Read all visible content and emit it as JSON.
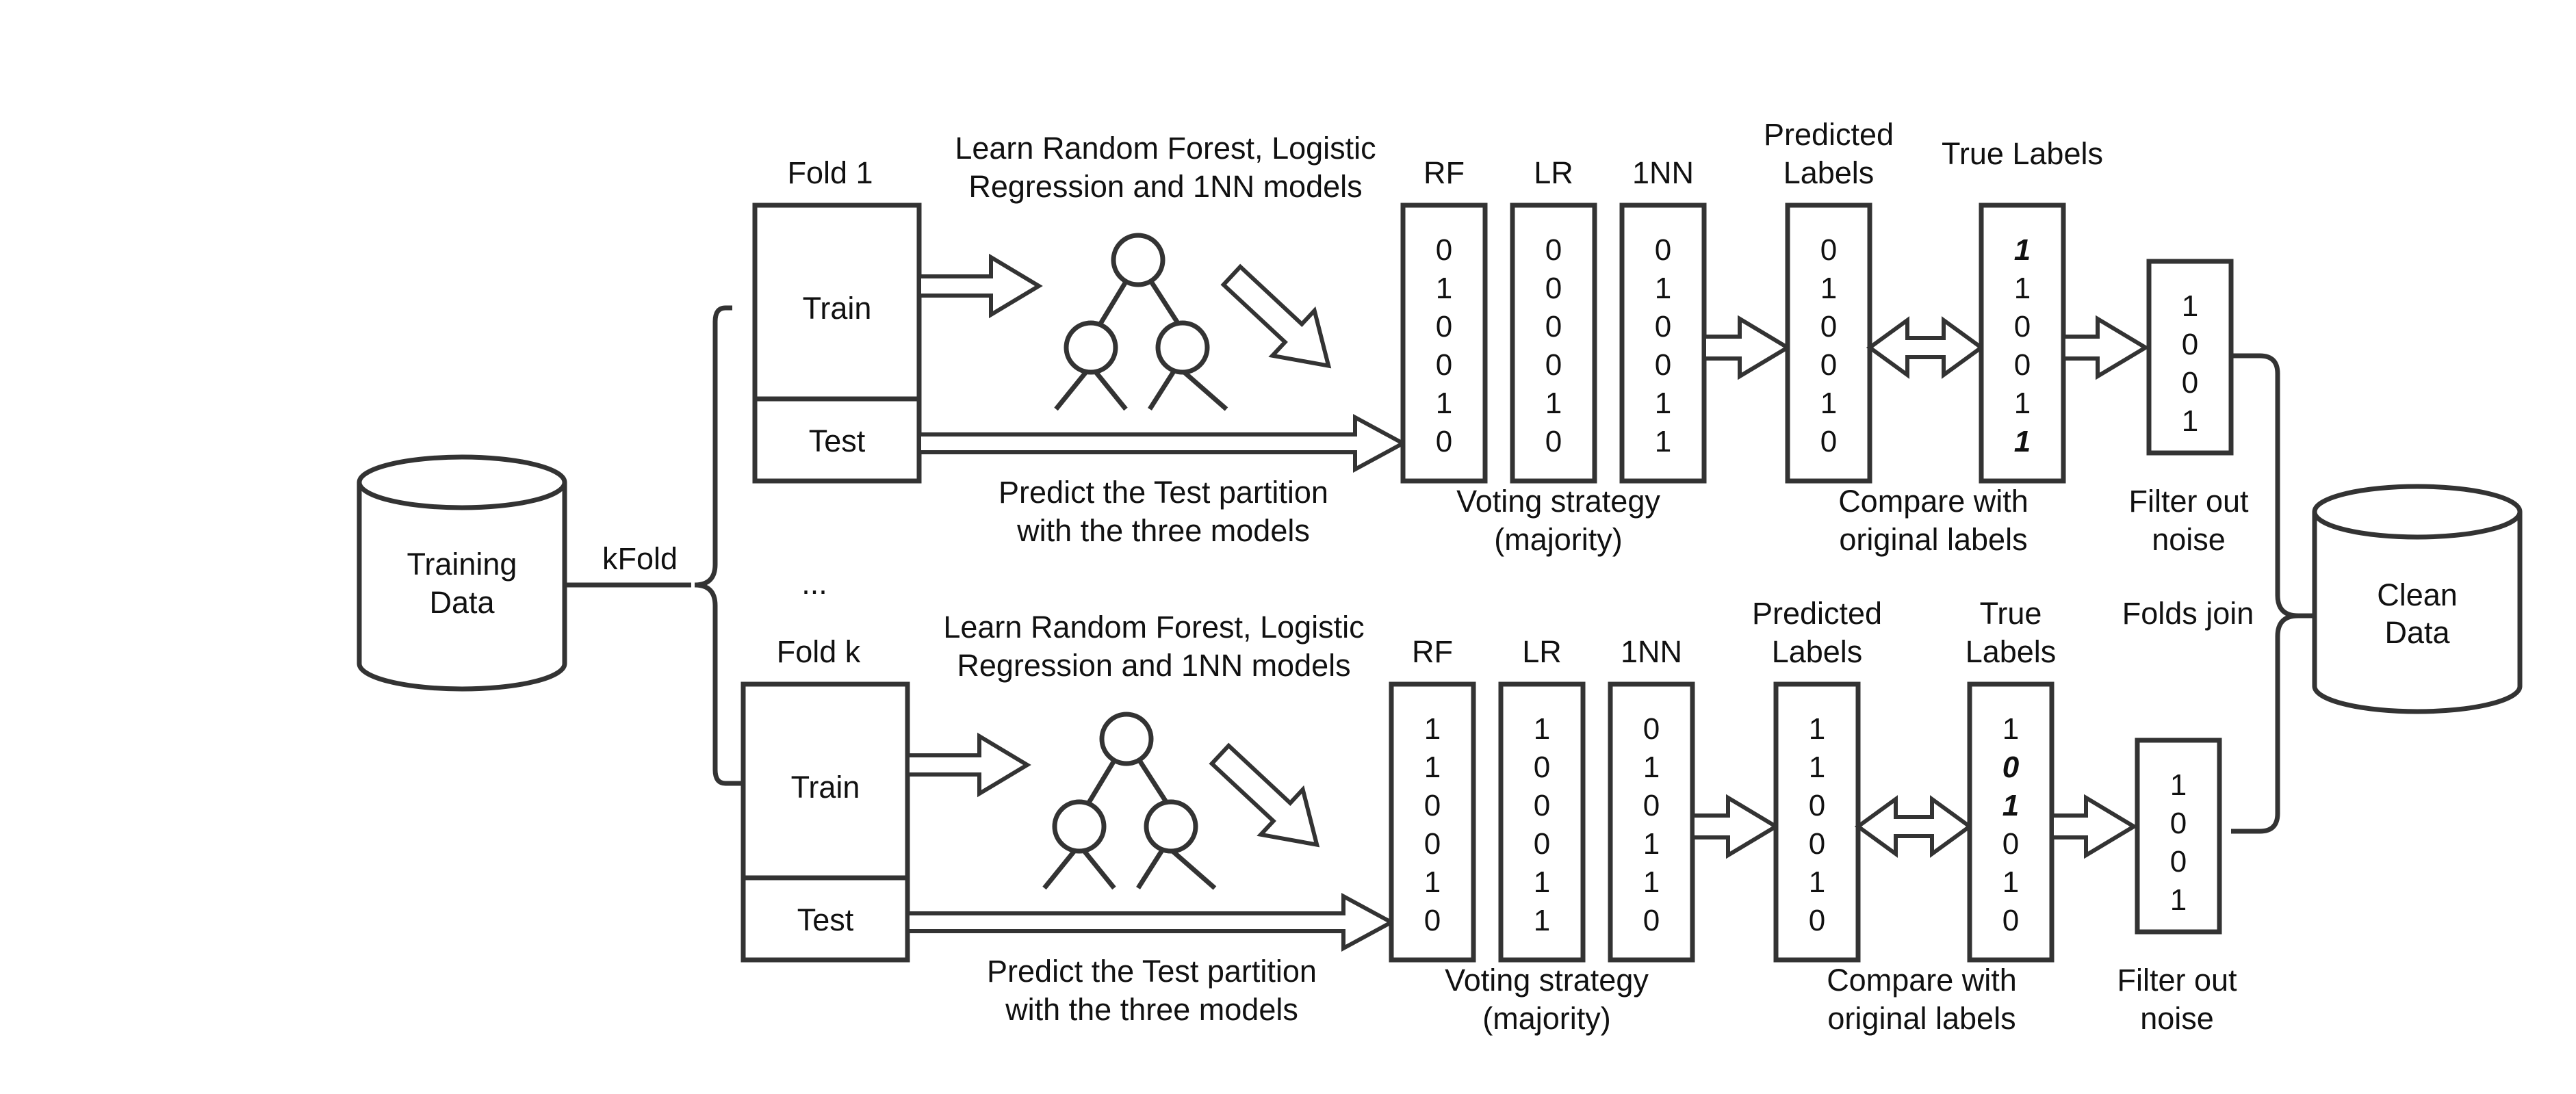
{
  "training_data": {
    "line1": "Training",
    "line2": "Data"
  },
  "kfold_label": "kFold",
  "ellipsis": "...",
  "clean_data": {
    "line1": "Clean",
    "line2": "Data"
  },
  "folds_join_label": "Folds join",
  "folds": [
    {
      "title": "Fold 1",
      "train_label": "Train",
      "test_label": "Test",
      "learn_text": [
        "Learn Random Forest, Logistic",
        "Regression and 1NN models"
      ],
      "predict_text": [
        "Predict the Test partition",
        "with the three models"
      ],
      "model_headers": [
        "RF",
        "LR",
        "1NN"
      ],
      "model_values": [
        [
          "0",
          "1",
          "0",
          "0",
          "1",
          "0"
        ],
        [
          "0",
          "0",
          "0",
          "0",
          "1",
          "0"
        ],
        [
          "0",
          "1",
          "0",
          "0",
          "1",
          "1"
        ]
      ],
      "voting_text": [
        "Voting strategy",
        "(majority)"
      ],
      "predicted_header": [
        "Predicted",
        "Labels"
      ],
      "predicted_values": [
        "0",
        "1",
        "0",
        "0",
        "1",
        "0"
      ],
      "true_header": [
        "True Labels"
      ],
      "true_values": [
        "1",
        "1",
        "0",
        "0",
        "1",
        "1"
      ],
      "true_highlight": [
        true,
        false,
        false,
        false,
        false,
        true
      ],
      "compare_text": [
        "Compare with",
        "original labels"
      ],
      "filtered_values": [
        "1",
        "0",
        "0",
        "1"
      ],
      "filter_text": [
        "Filter out",
        "noise"
      ]
    },
    {
      "title": "Fold k",
      "train_label": "Train",
      "test_label": "Test",
      "learn_text": [
        "Learn Random Forest, Logistic",
        "Regression and 1NN models"
      ],
      "predict_text": [
        "Predict the Test partition",
        "with the three models"
      ],
      "model_headers": [
        "RF",
        "LR",
        "1NN"
      ],
      "model_values": [
        [
          "1",
          "1",
          "0",
          "0",
          "1",
          "0"
        ],
        [
          "1",
          "0",
          "0",
          "0",
          "1",
          "1"
        ],
        [
          "0",
          "1",
          "0",
          "1",
          "1",
          "0"
        ]
      ],
      "voting_text": [
        "Voting strategy",
        "(majority)"
      ],
      "predicted_header": [
        "Predicted",
        "Labels"
      ],
      "predicted_values": [
        "1",
        "1",
        "0",
        "0",
        "1",
        "0"
      ],
      "true_header": [
        "True",
        "Labels"
      ],
      "true_values": [
        "1",
        "0",
        "1",
        "0",
        "1",
        "0"
      ],
      "true_highlight": [
        false,
        true,
        true,
        false,
        false,
        false
      ],
      "compare_text": [
        "Compare with",
        "original labels"
      ],
      "filtered_values": [
        "1",
        "0",
        "0",
        "1"
      ],
      "filter_text": [
        "Filter out",
        "noise"
      ]
    }
  ]
}
